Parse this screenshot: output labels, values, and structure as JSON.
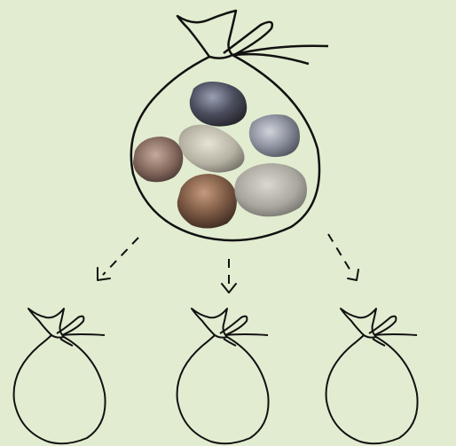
{
  "background_color": "#e2ecd0",
  "stroke_color": "#111111",
  "source_bag": {
    "contents": [
      {
        "name": "dark-blue-stone",
        "color": "#4a4d5c"
      },
      {
        "name": "grey-pebble",
        "color": "#b4b0a2"
      },
      {
        "name": "blue-grey-stone",
        "color": "#8a8f9c"
      },
      {
        "name": "brown-stone",
        "color": "#85695e"
      },
      {
        "name": "rust-stone",
        "color": "#7d5a44"
      },
      {
        "name": "pale-grey-stone",
        "color": "#a9a79e"
      }
    ]
  },
  "arrows": [
    {
      "target": "left-bag"
    },
    {
      "target": "middle-bag"
    },
    {
      "target": "right-bag"
    }
  ],
  "empty_bags": [
    {
      "name": "left-bag"
    },
    {
      "name": "middle-bag"
    },
    {
      "name": "right-bag"
    }
  ]
}
